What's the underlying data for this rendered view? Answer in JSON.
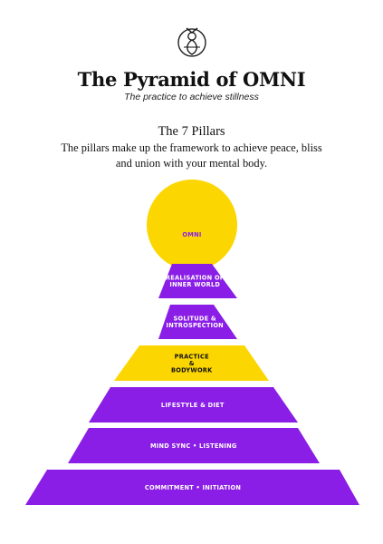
{
  "header": {
    "title": "The Pyramid of OMNI",
    "subtitle": "The practice to achieve stillness"
  },
  "intro": {
    "heading": "The 7 Pillars",
    "description": "The pillars make up the framework to achieve peace, bliss and union with your mental body."
  },
  "colors": {
    "purple": "#8a1ee6",
    "yellow": "#fcd601",
    "purple_text": "#8a1ee6",
    "white_text": "#ffffff",
    "dark_text": "#111111"
  },
  "pyramid": {
    "apex": {
      "label": "OMNI"
    },
    "tiers": [
      {
        "lines": [
          "REALISATION OF",
          "INNER WORLD"
        ]
      },
      {
        "lines": [
          "SOLITUDE &",
          "INTROSPECTION"
        ]
      },
      {
        "lines": [
          "PRACTICE",
          "&",
          "BODYWORK"
        ]
      },
      {
        "lines": [
          "LIFESTYLE & DIET"
        ]
      },
      {
        "lines": [
          "MIND SYNC • LISTENING"
        ]
      },
      {
        "lines": [
          "COMMITMENT • INITIATION"
        ]
      }
    ]
  }
}
